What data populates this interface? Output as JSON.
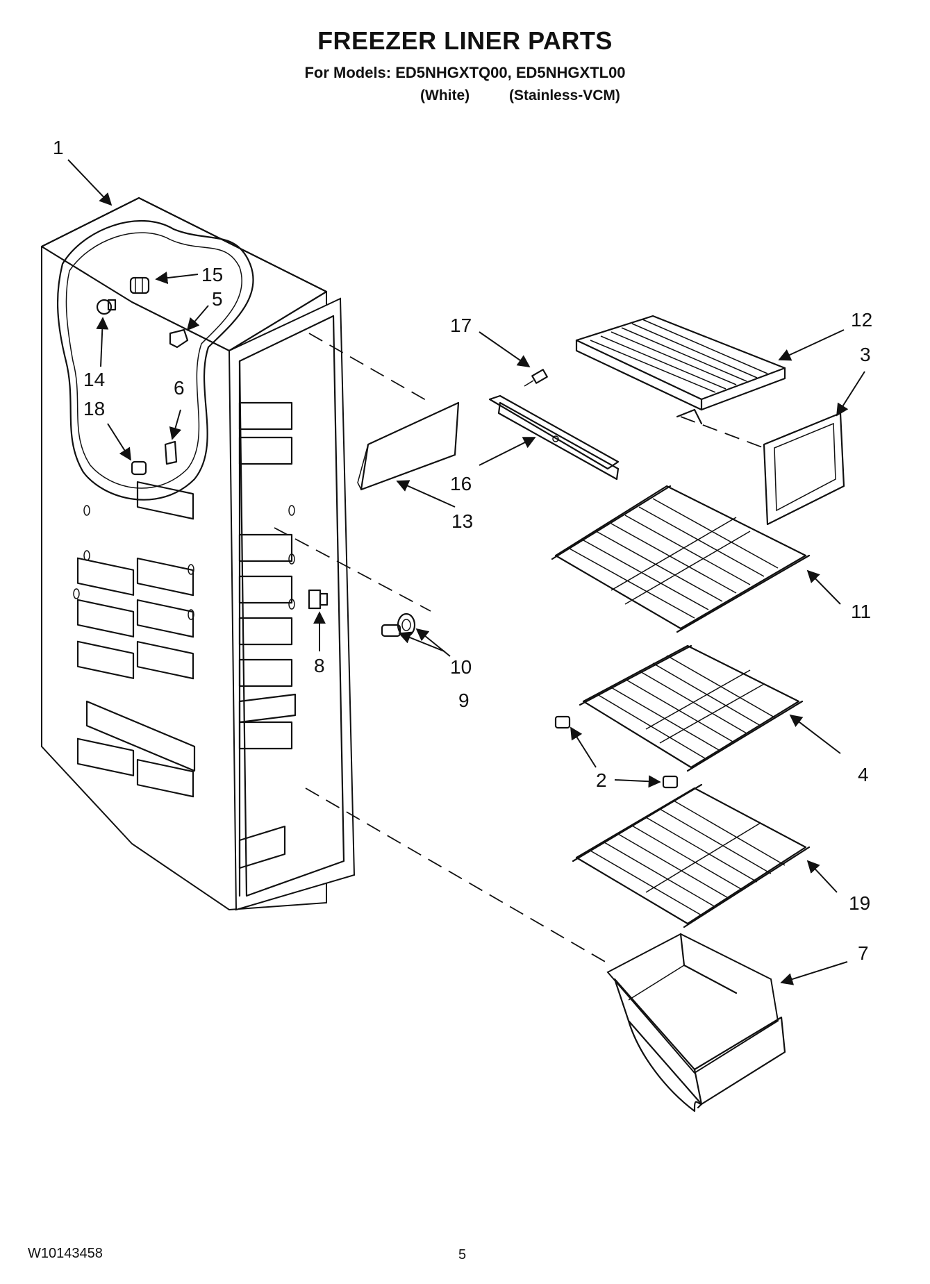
{
  "header": {
    "title": "FREEZER LINER PARTS",
    "models_line": "For Models: ED5NHGXTQ00, ED5NHGXTL00",
    "variant_white": "(White)",
    "variant_stainless": "(Stainless-VCM)"
  },
  "callouts": {
    "c1": "1",
    "c2": "2",
    "c3": "3",
    "c4": "4",
    "c5": "5",
    "c6": "6",
    "c7": "7",
    "c8": "8",
    "c9": "9",
    "c10": "10",
    "c11": "11",
    "c12": "12",
    "c13": "13",
    "c14": "14",
    "c15": "15",
    "c16": "16",
    "c17": "17",
    "c18": "18",
    "c19": "19"
  },
  "footer": {
    "doc_number": "W10143458",
    "page_number": "5"
  }
}
